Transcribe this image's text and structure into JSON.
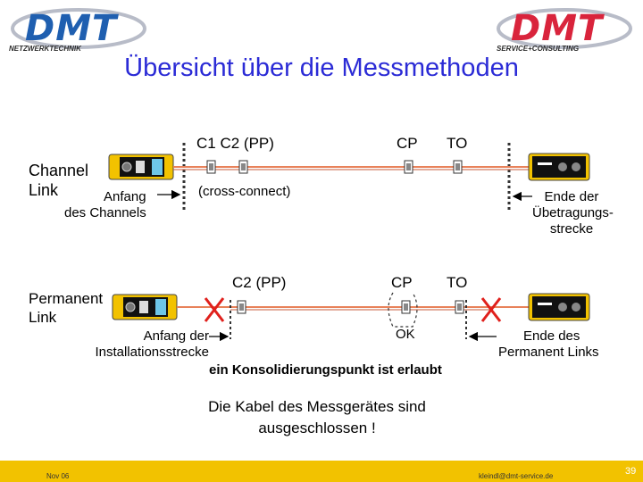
{
  "logos": {
    "left": {
      "brand": "DMT",
      "subtitle": "NETZWERKTECHNIK",
      "color": "#1f5fb0"
    },
    "right": {
      "brand": "DMT",
      "subtitle": "SERVICE+CONSULTING",
      "color": "#d9243c"
    }
  },
  "title": "Übersicht über die Messmethoden",
  "channel": {
    "heading_line1": "Channel",
    "heading_line2": "Link",
    "label_c1_c2": "C1  C2 (PP)",
    "label_cp": "CP",
    "label_to": "TO",
    "start_line1": "Anfang",
    "start_line2": "des Channels",
    "cross_connect": "(cross-connect)",
    "end_line1": "Ende der",
    "end_line2": "Übetragungs-",
    "end_line3": "strecke"
  },
  "permanent": {
    "heading_line1": "Permanent",
    "heading_line2": "Link",
    "label_c2": "C2 (PP)",
    "label_cp": "CP",
    "label_to": "TO",
    "start_line1": "Anfang der",
    "start_line2": "Installationsstrecke",
    "ok": "OK",
    "end_line1": "Ende des",
    "end_line2": "Permanent Links",
    "consolidation_note": "ein Konsolidierungspunkt ist erlaubt"
  },
  "note_line1": "Die Kabel des Messgerätes sind",
  "note_line2": "ausgeschlossen !",
  "footer": {
    "date": "Nov 06",
    "email": "kleindl@dmt-service.de",
    "page": "39",
    "color": "#f2c200"
  },
  "colors": {
    "title": "#2b2bd6",
    "cable": "#e8825a",
    "cross": "#e0201c",
    "device": "#f2c200"
  }
}
